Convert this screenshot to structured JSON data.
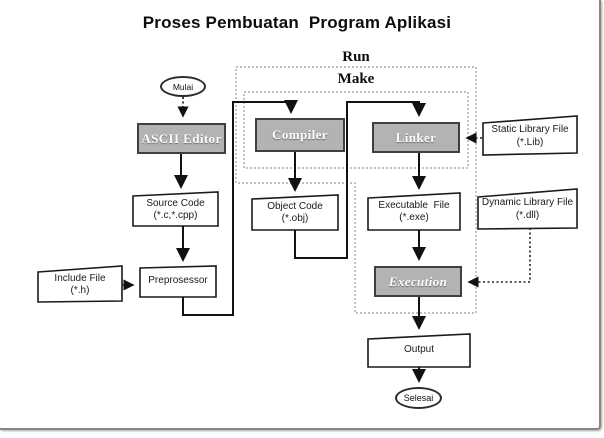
{
  "title": "Proses Pembuatan  Program Aplikasi",
  "regions": {
    "run": "Run",
    "make": "Make"
  },
  "nodes": {
    "mulai": {
      "label": "Mulai"
    },
    "ascii_editor": {
      "label": "ASCII Editor"
    },
    "source_code": {
      "line1": "Source Code",
      "line2": "(*.c,*.cpp)"
    },
    "preprocessor": {
      "label": "Preprosessor"
    },
    "include_file": {
      "line1": "Include File",
      "line2": "(*.h)"
    },
    "compiler": {
      "label": "Compiler"
    },
    "object_code": {
      "line1": "Object Code",
      "line2": "(*.obj)"
    },
    "linker": {
      "label": "Linker"
    },
    "static_library": {
      "line1": "Static Library File",
      "line2": "(*.Lib)"
    },
    "executable_file": {
      "line1": "Executable  File",
      "line2": "(*.exe)"
    },
    "dynamic_library": {
      "line1": "Dynamic Library File",
      "line2": "(*.dll)"
    },
    "execution": {
      "label": "Execution"
    },
    "output": {
      "label": "Output"
    },
    "selesai": {
      "label": "Selesai"
    }
  },
  "colors": {
    "process_fill": "#b3b3b3",
    "process_border": "#3f3f3f",
    "process_text": "#fdfdfd",
    "card_fill": "#ffffff",
    "card_border": "#1a1a1a",
    "connector": "#111111",
    "dashed_region": "#999999",
    "frame_border": "#878787"
  }
}
